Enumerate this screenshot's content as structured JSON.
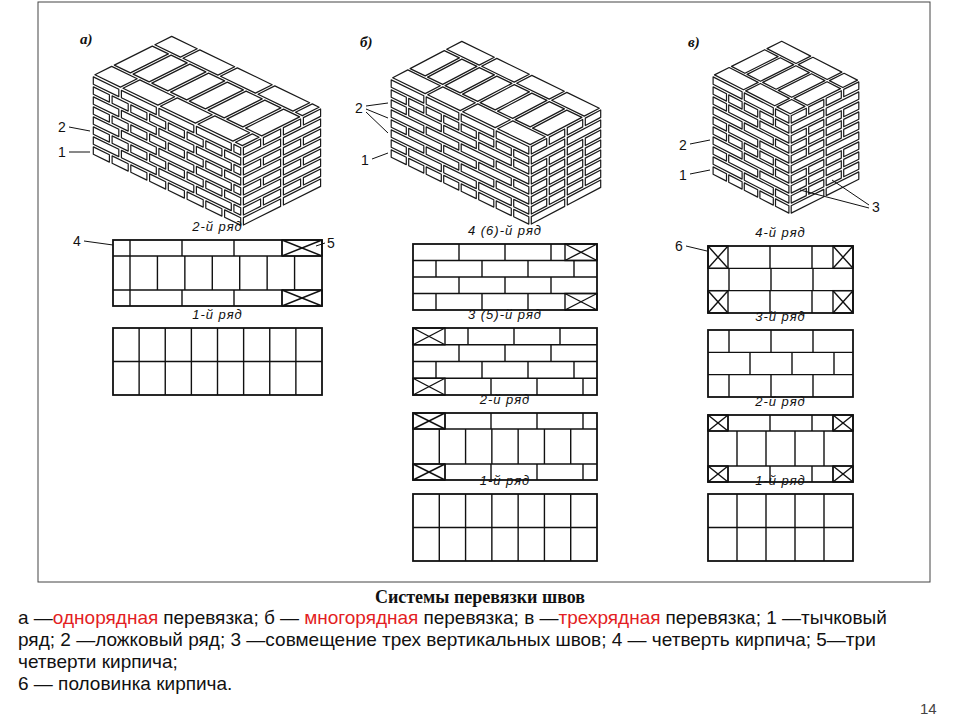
{
  "diagram": {
    "title": "Системы перевязки швов",
    "nodes": [
      {
        "text": [
          "2-й ряд"
        ]
      },
      {
        "text": [
          "1-й ряд"
        ]
      },
      {
        "text": [
          "4 (6)-й ряд"
        ]
      },
      {
        "text": [
          "3 (5)-й ряд"
        ]
      },
      {
        "text": [
          "2-й ряд"
        ]
      },
      {
        "text": [
          "1-й ряд"
        ]
      },
      {
        "text": [
          "4-й ряд"
        ]
      },
      {
        "text": [
          "3-й ряд"
        ]
      },
      {
        "text": [
          "2-й ряд"
        ]
      },
      {
        "text": [
          "1-й ряд"
        ]
      }
    ],
    "labels": [
      "а)",
      "б)",
      "в)",
      "2",
      "1",
      "4",
      "5",
      "2",
      "1",
      "2",
      "1",
      "3",
      "6",
      "а —",
      "однорядная",
      "перевязка; б —",
      "многорядная",
      "перевязка; в —",
      "трехрядная",
      "перевязка; 1 —тычковый ряд; 2 —ложковый ряд; 3 —совмещение трех вертикальных швов; 4 — четверть кирпича; 5—три четверти кирпича;",
      "6 — половинка кирпича.",
      "14"
    ]
  }
}
